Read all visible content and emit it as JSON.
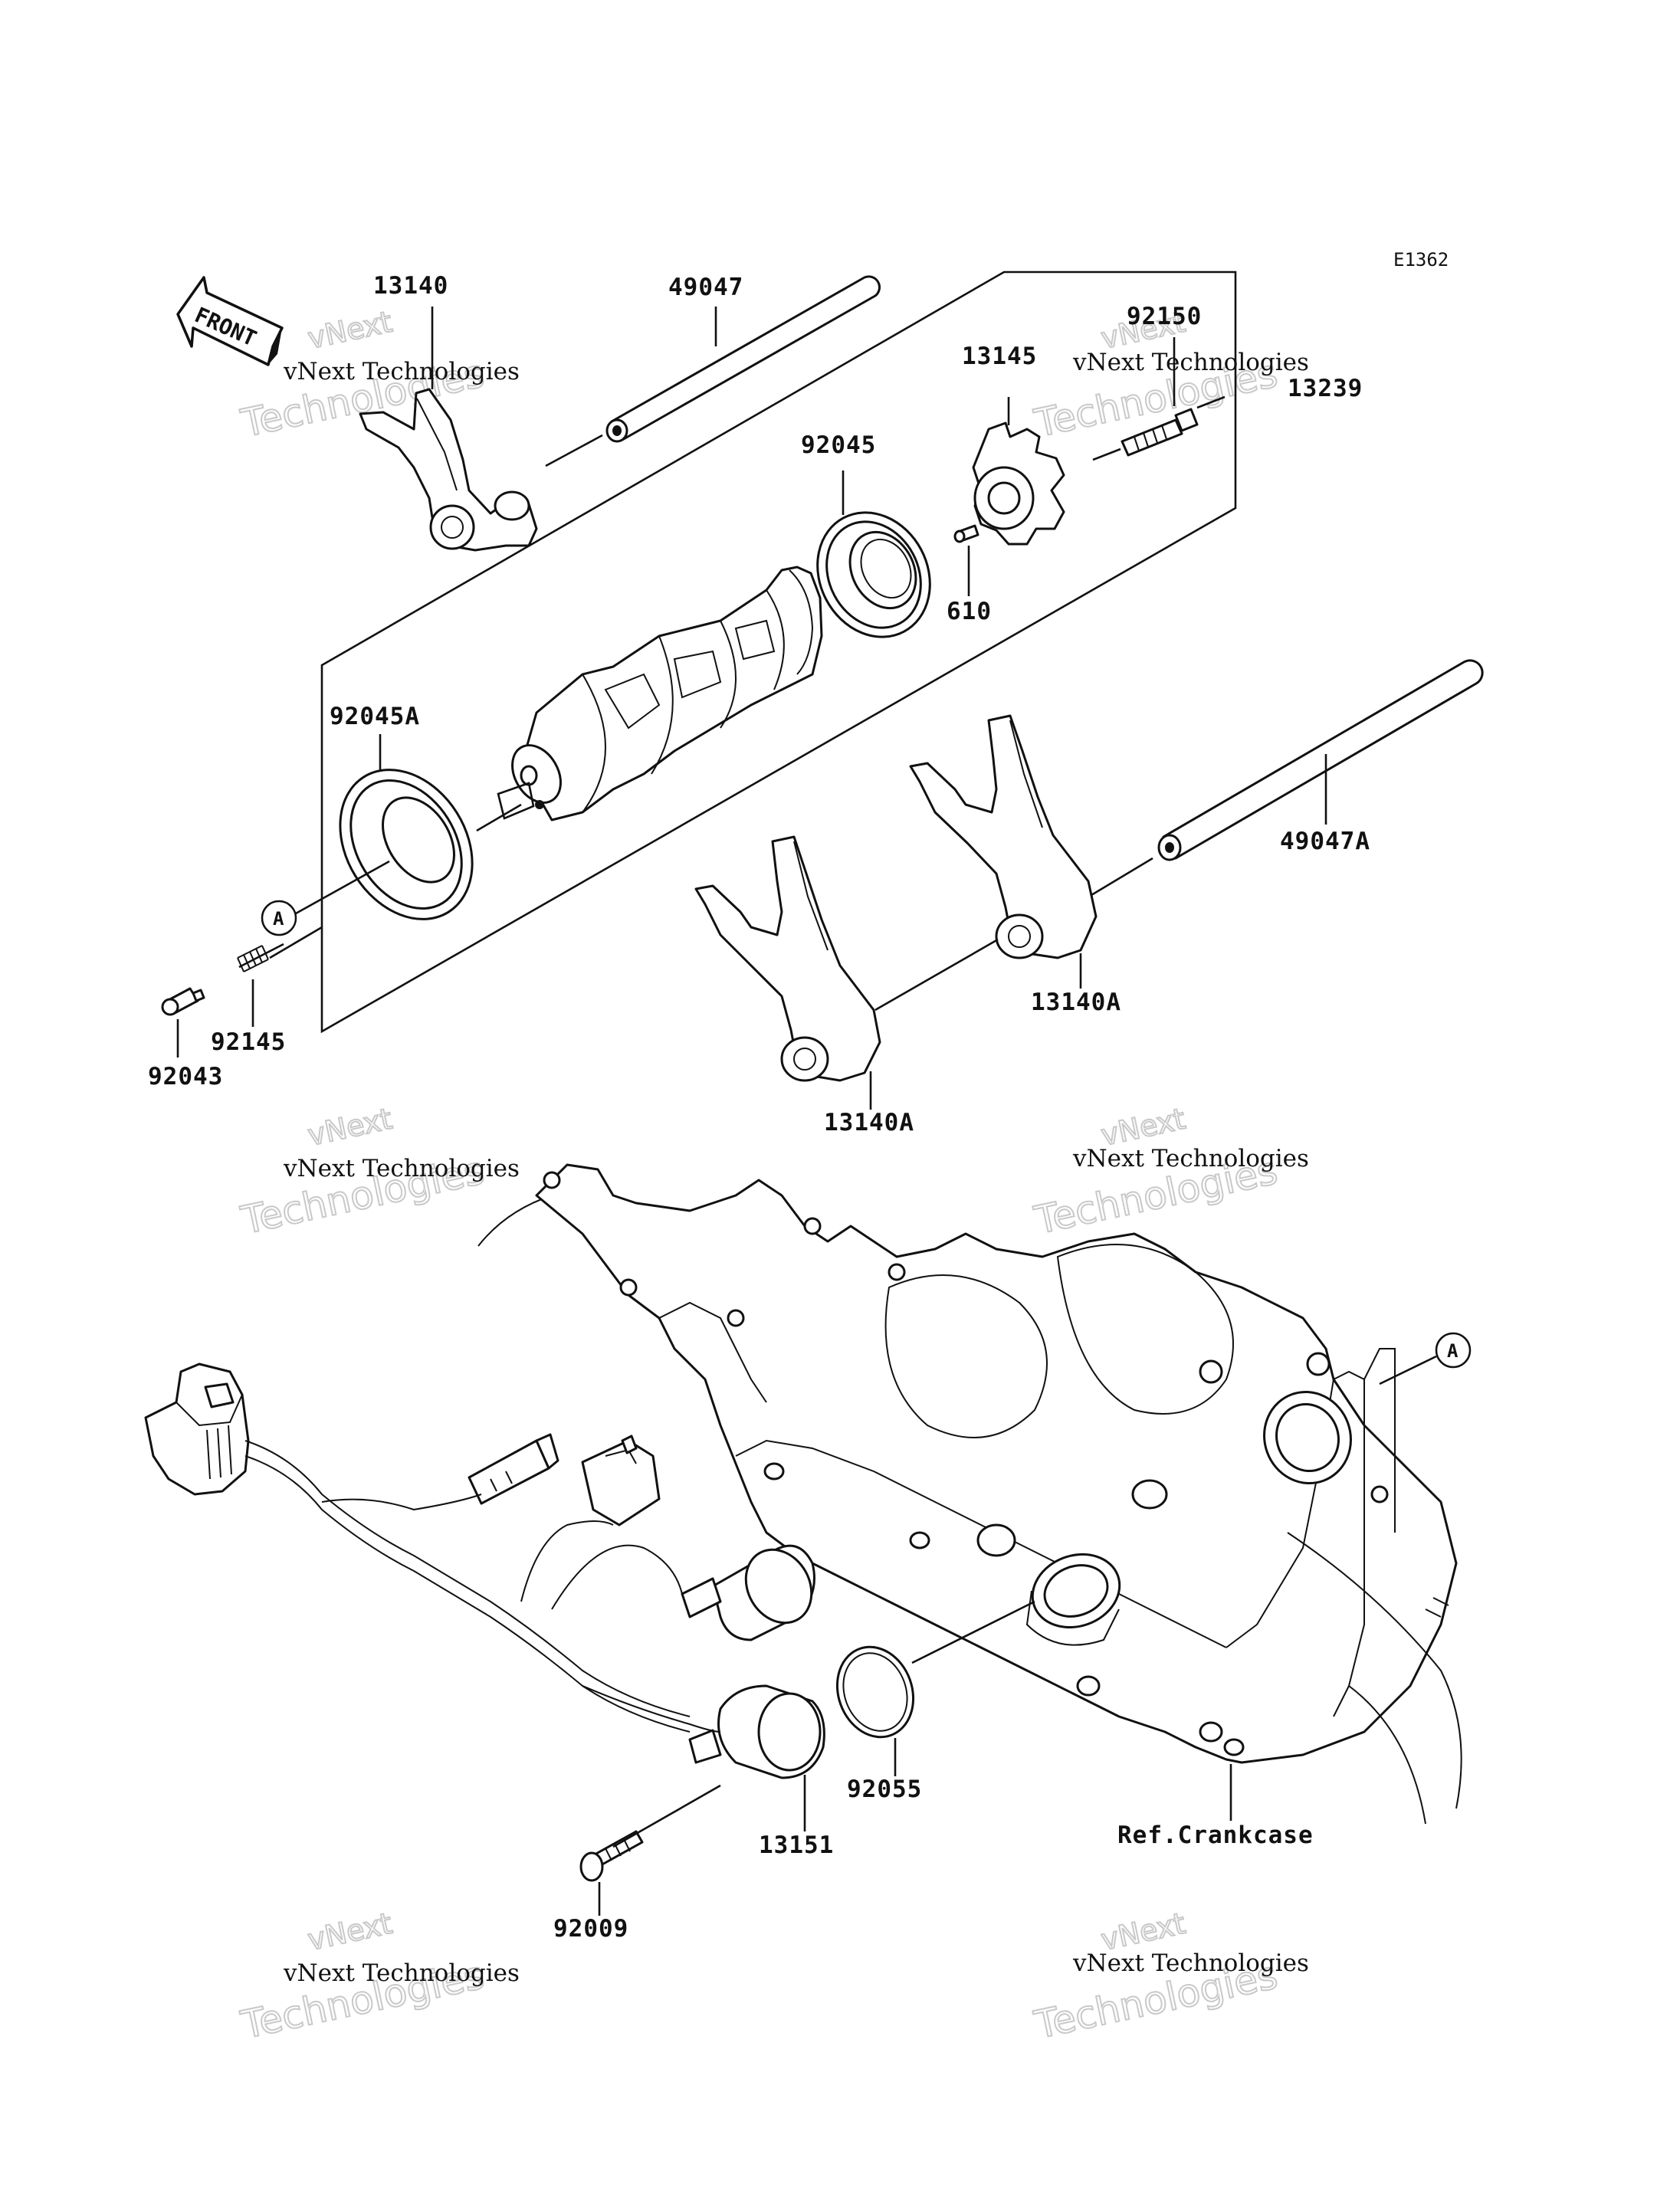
{
  "diagram_code": "E1362",
  "front_label": "FRONT",
  "callout_letter": "A",
  "watermark": {
    "line1": "vNext Technologies",
    "line2": "Technologies",
    "line3": "vNext"
  },
  "part_labels": {
    "p13140": "13140",
    "p49047": "49047",
    "p92150": "92150",
    "p13145": "13145",
    "p13239": "13239",
    "p92045": "92045",
    "p610": "610",
    "p92045A": "92045A",
    "p49047A": "49047A",
    "p92145": "92145",
    "p92043": "92043",
    "p13140A_right": "13140A",
    "p13140A_left": "13140A",
    "p92055": "92055",
    "p13151": "13151",
    "p92009": "92009",
    "ref_crankcase": "Ref.Crankcase"
  }
}
